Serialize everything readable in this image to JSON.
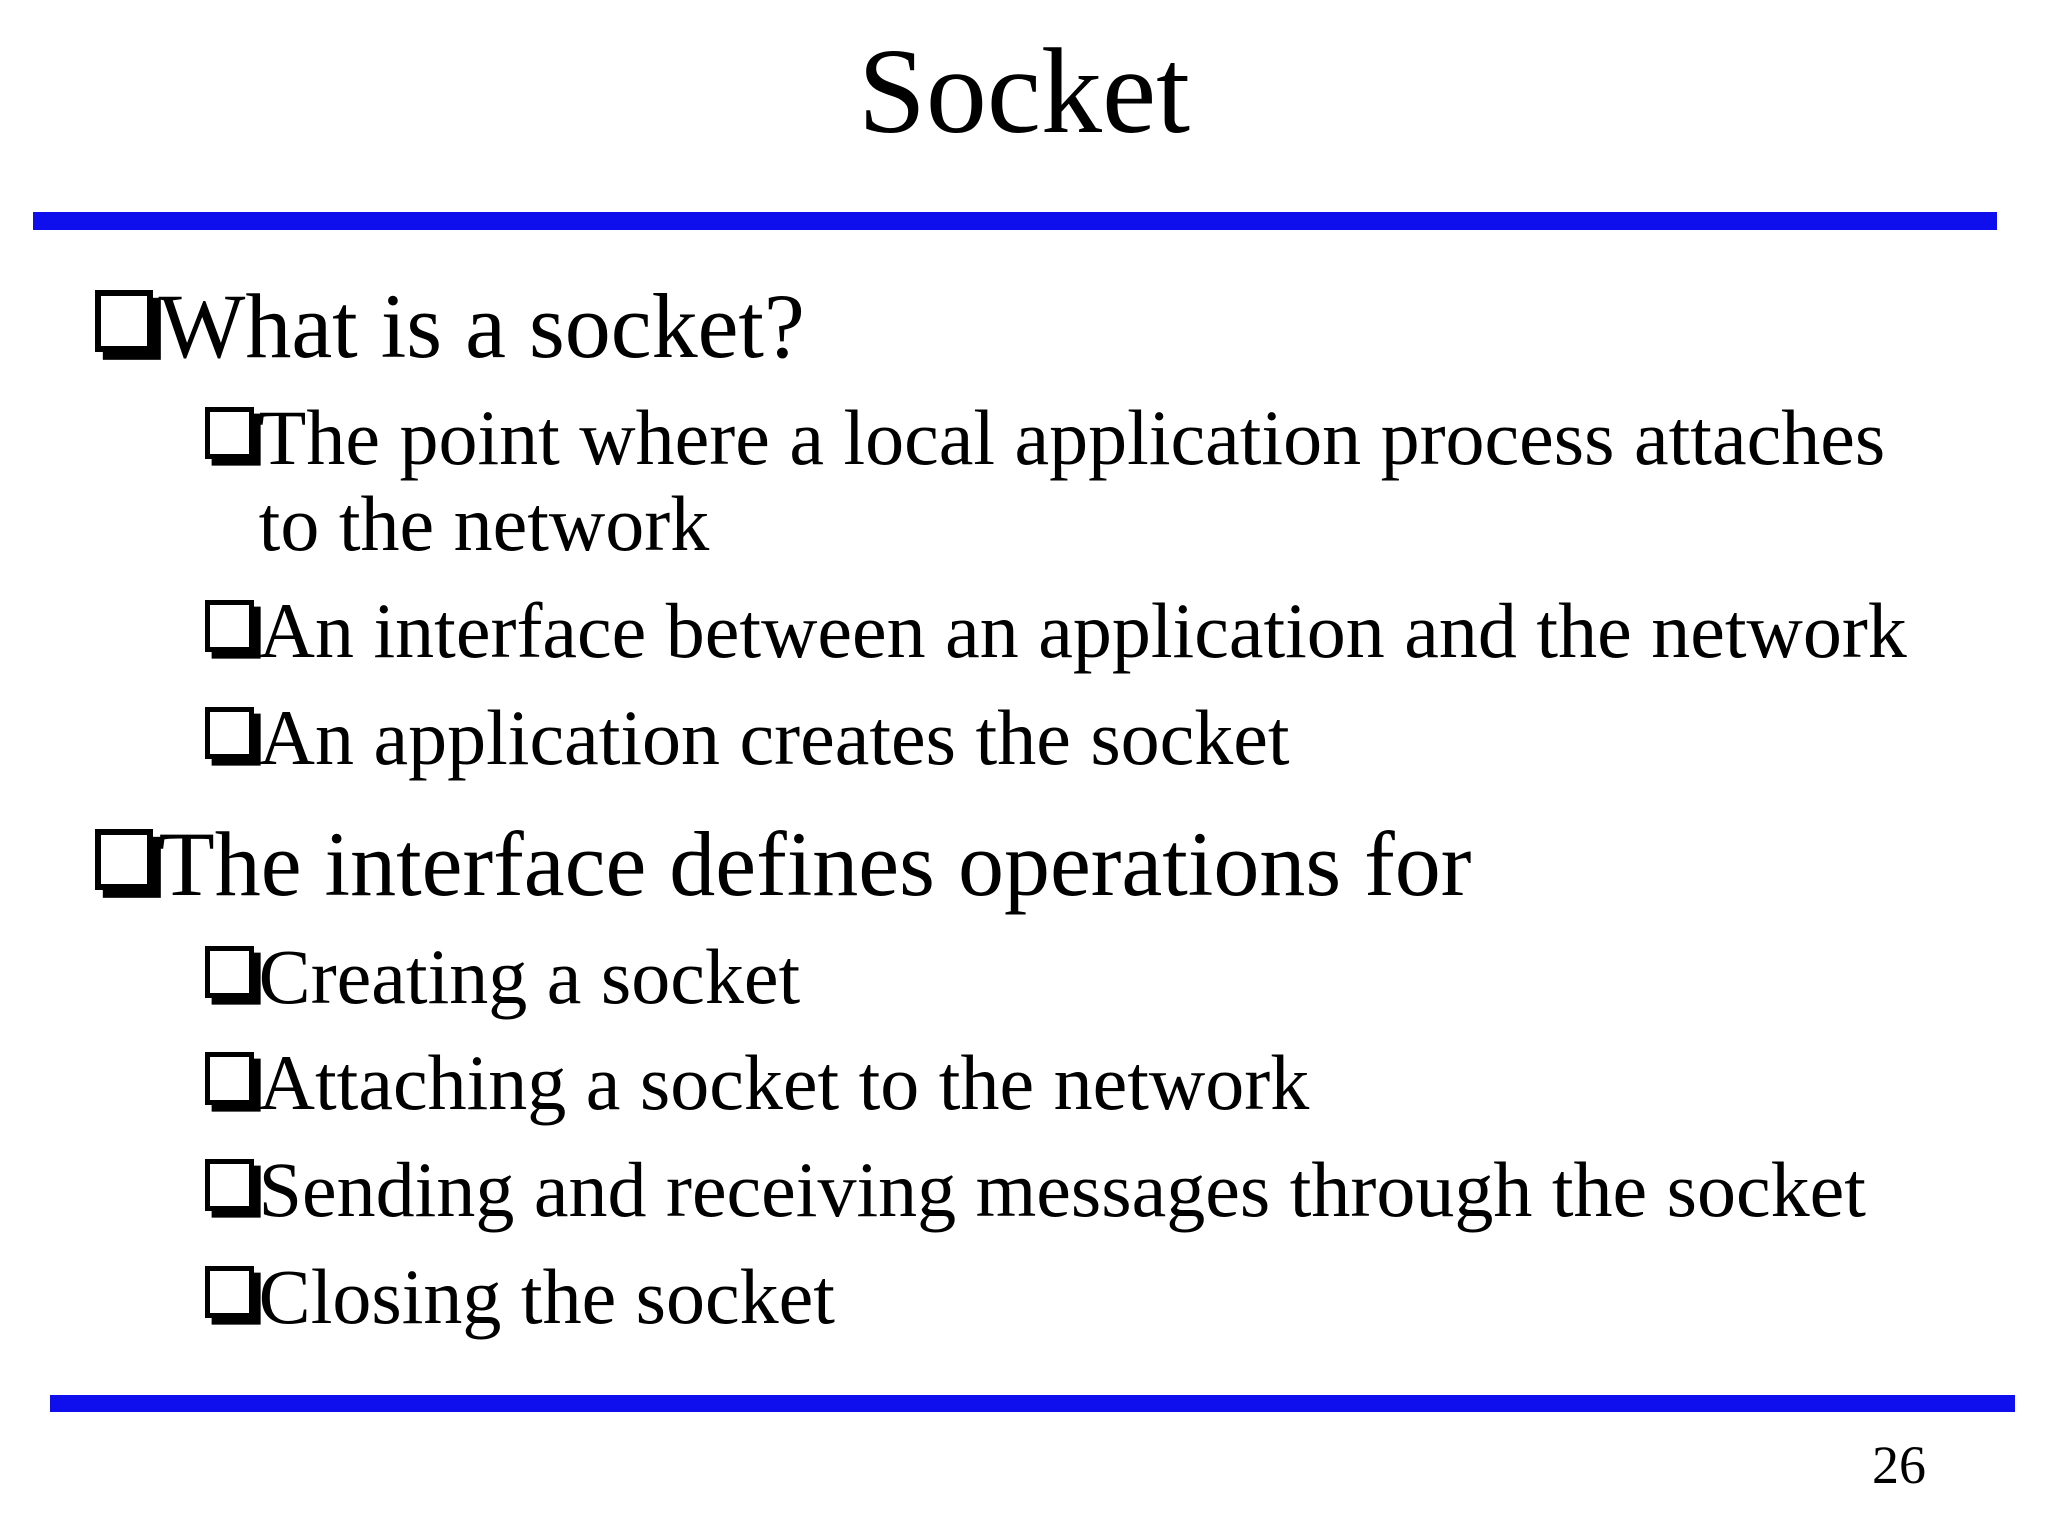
{
  "slide": {
    "title": "Socket",
    "accent_color": "#0f0fee",
    "bullet_style": "lower-right-shadowed-white-square",
    "page_number": "26",
    "content": [
      {
        "level": 1,
        "text": "What is a socket?"
      },
      {
        "level": 2,
        "text": "The point where a local application process attaches to the network"
      },
      {
        "level": 2,
        "text": "An interface between an application and the network"
      },
      {
        "level": 2,
        "text": "An application creates the socket"
      },
      {
        "level": 1,
        "text": "The interface defines operations for"
      },
      {
        "level": 2,
        "text": "Creating a socket"
      },
      {
        "level": 2,
        "text": "Attaching a socket to the network"
      },
      {
        "level": 2,
        "text": "Sending and receiving messages through the socket"
      },
      {
        "level": 2,
        "text": "Closing the socket"
      }
    ]
  }
}
